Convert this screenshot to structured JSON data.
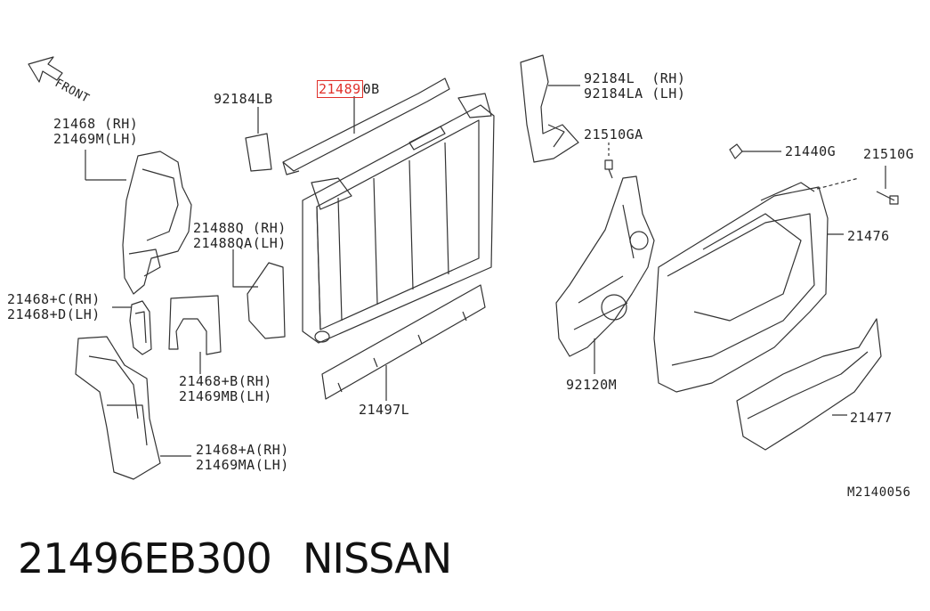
{
  "diagram": {
    "orientation_label": "FRONT",
    "figure_code": "M2140056",
    "callouts": {
      "shroud_rh_lh_upper": [
        "21468 (RH)",
        "21469M(LH)"
      ],
      "shroud_c_d": [
        "21468+C(RH)",
        "21468+D(LH)"
      ],
      "shroud_a": [
        "21468+A(RH)",
        "21469MA(LH)"
      ],
      "shroud_b": [
        "21468+B(RH)",
        "21469MB(LH)"
      ],
      "radiator_seal_q": [
        "21488Q (RH)",
        "21488QA(LH)"
      ],
      "label_92184lb": "92184LB",
      "radiator_top_highlight": "21489",
      "radiator_top_suffix": "0B",
      "lower_seal": "21497L",
      "bracket_l": [
        "92184L  (RH)",
        "92184LA (LH)"
      ],
      "bolt_ga": "21510GA",
      "clip": "21440G",
      "bolt_g": "21510G",
      "fan_shroud": "21476",
      "lower_shroud": "21477",
      "fan_motor": "92120M"
    }
  },
  "caption": {
    "part_number": "21496EB300",
    "brand": "NISSAN"
  },
  "colors": {
    "line": "#333333",
    "highlight": "#e0302a",
    "background": "#ffffff"
  }
}
